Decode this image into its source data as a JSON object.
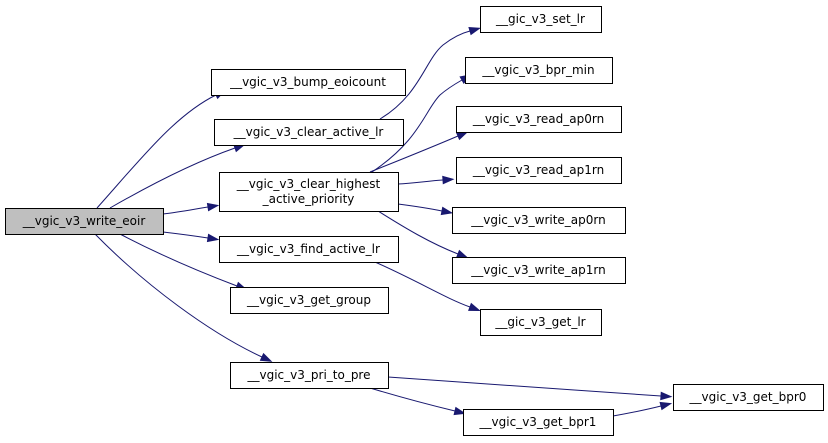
{
  "diagram": {
    "nodes": [
      {
        "id": "root",
        "lines": [
          "__vgic_v3_write_eoir"
        ],
        "highlight": true
      },
      {
        "id": "bump",
        "lines": [
          "__vgic_v3_bump_eoicount"
        ]
      },
      {
        "id": "clear_lr",
        "lines": [
          "__vgic_v3_clear_active_lr"
        ]
      },
      {
        "id": "clear_hp",
        "lines": [
          "__vgic_v3_clear_highest",
          "_active_priority"
        ]
      },
      {
        "id": "find_lr",
        "lines": [
          "__vgic_v3_find_active_lr"
        ]
      },
      {
        "id": "get_group",
        "lines": [
          "__vgic_v3_get_group"
        ]
      },
      {
        "id": "pri_to_pre",
        "lines": [
          "__vgic_v3_pri_to_pre"
        ]
      },
      {
        "id": "set_lr",
        "lines": [
          "__gic_v3_set_lr"
        ]
      },
      {
        "id": "bpr_min",
        "lines": [
          "__vgic_v3_bpr_min"
        ]
      },
      {
        "id": "read_ap0rn",
        "lines": [
          "__vgic_v3_read_ap0rn"
        ]
      },
      {
        "id": "read_ap1rn",
        "lines": [
          "__vgic_v3_read_ap1rn"
        ]
      },
      {
        "id": "write_ap0rn",
        "lines": [
          "__vgic_v3_write_ap0rn"
        ]
      },
      {
        "id": "write_ap1rn",
        "lines": [
          "__vgic_v3_write_ap1rn"
        ]
      },
      {
        "id": "get_lr",
        "lines": [
          "__gic_v3_get_lr"
        ]
      },
      {
        "id": "get_bpr0",
        "lines": [
          "__vgic_v3_get_bpr0"
        ]
      },
      {
        "id": "get_bpr1",
        "lines": [
          "__vgic_v3_get_bpr1"
        ]
      }
    ],
    "edges": [
      {
        "from": "root",
        "to": "bump"
      },
      {
        "from": "root",
        "to": "clear_lr"
      },
      {
        "from": "root",
        "to": "clear_hp"
      },
      {
        "from": "root",
        "to": "find_lr"
      },
      {
        "from": "root",
        "to": "get_group"
      },
      {
        "from": "root",
        "to": "pri_to_pre"
      },
      {
        "from": "clear_lr",
        "to": "set_lr"
      },
      {
        "from": "clear_hp",
        "to": "bpr_min"
      },
      {
        "from": "clear_hp",
        "to": "read_ap0rn"
      },
      {
        "from": "clear_hp",
        "to": "read_ap1rn"
      },
      {
        "from": "clear_hp",
        "to": "write_ap0rn"
      },
      {
        "from": "clear_hp",
        "to": "write_ap1rn"
      },
      {
        "from": "find_lr",
        "to": "get_lr"
      },
      {
        "from": "pri_to_pre",
        "to": "get_bpr0"
      },
      {
        "from": "pri_to_pre",
        "to": "get_bpr1"
      },
      {
        "from": "get_bpr1",
        "to": "get_bpr0"
      }
    ]
  }
}
